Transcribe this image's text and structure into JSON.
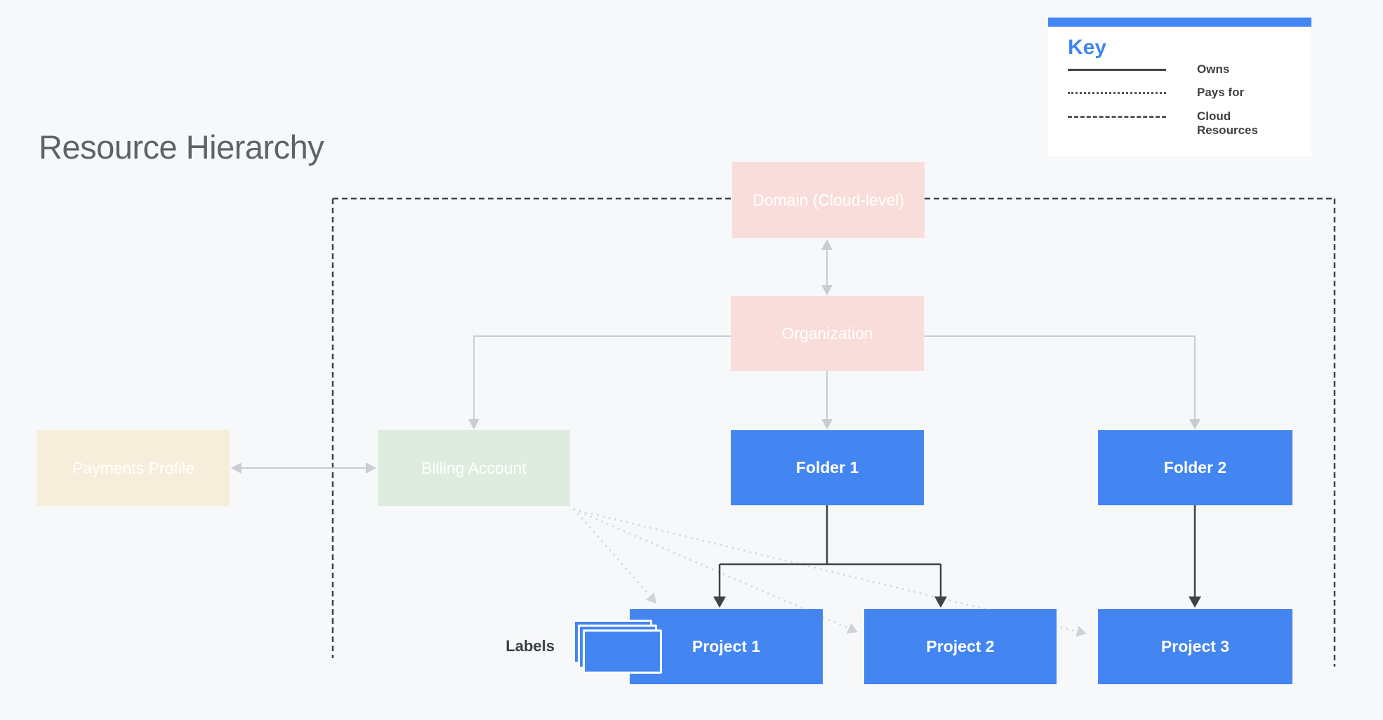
{
  "page": {
    "title": "Resource Hierarchy"
  },
  "key": {
    "title": "Key",
    "items": [
      {
        "line_style": "solid",
        "label": "Owns"
      },
      {
        "line_style": "dotted",
        "label": "Pays for"
      },
      {
        "line_style": "dashed",
        "label": "Cloud Resources"
      }
    ]
  },
  "diagram": {
    "nodes": {
      "domain": {
        "label": "Domain (Cloud-level)",
        "color_role": "pink"
      },
      "organization": {
        "label": "Organization",
        "color_role": "pink"
      },
      "payments_profile": {
        "label": "Payments Profile",
        "color_role": "cream"
      },
      "billing_account": {
        "label": "Billing Account",
        "color_role": "green"
      },
      "folder_1": {
        "label": "Folder 1",
        "color_role": "blue"
      },
      "folder_2": {
        "label": "Folder 2",
        "color_role": "blue"
      },
      "project_1": {
        "label": "Project 1",
        "color_role": "blue"
      },
      "project_2": {
        "label": "Project 2",
        "color_role": "blue"
      },
      "project_3": {
        "label": "Project 3",
        "color_role": "blue"
      }
    },
    "labels_caption": "Labels"
  },
  "colors": {
    "background": "#F6F8FA",
    "node_blue": "#4385F1",
    "node_pink": "#F9DDDB",
    "node_green": "#DDECDE",
    "node_cream": "#F6EEDA",
    "accent_blue": "#4285F4",
    "title_gray": "#5F6368",
    "legend_text": "#3C4043",
    "dark_line": "#3E4347",
    "light_line": "#C9CCD0",
    "dotted_line": "#D8DADD"
  }
}
